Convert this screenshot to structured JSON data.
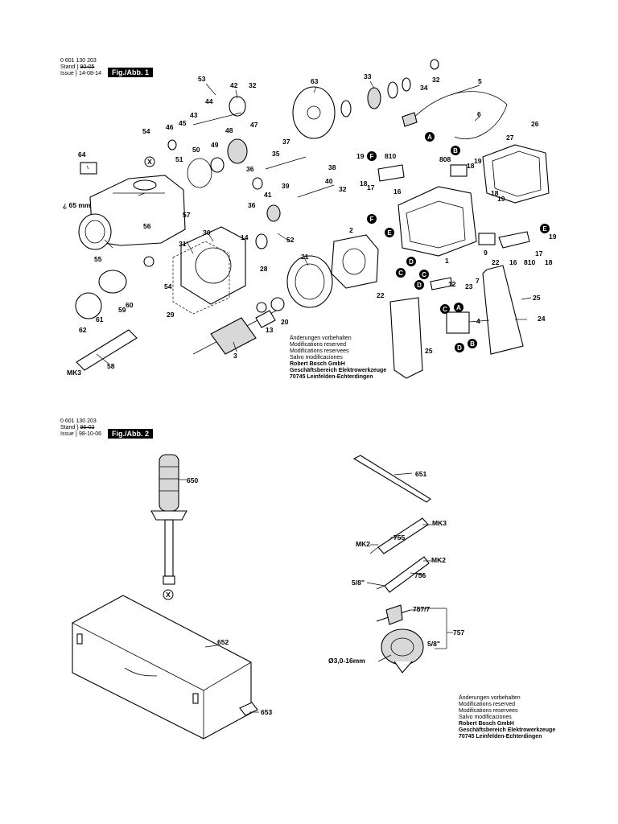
{
  "sheet1": {
    "doc_number": "0 601 130 203",
    "stand_label": "Stand",
    "stand_date": "90-05",
    "issue_label": "Issue",
    "issue_date": "14-08-14",
    "figure_label": "Fig./Abb. 1"
  },
  "sheet2": {
    "doc_number": "0 601 130 203",
    "stand_label": "Stand",
    "stand_date": "96-02",
    "issue_label": "Issue",
    "issue_date": "98-10-06",
    "figure_label": "Fig./Abb. 2"
  },
  "notes": {
    "line1": "Änderungen vorbehalten",
    "line2": "Modifications reserved",
    "line3": "Modifications reservees",
    "line4": "Salvo modificaciones",
    "company": "Robert Bosch GmbH",
    "division": "Geschäftsbereich Elektrowerkzeuge",
    "address": "70745 Leinfelden-Echterdingen"
  },
  "fig1_labels": {
    "p53": "53",
    "p42": "42",
    "p32a": "32",
    "p63": "63",
    "p33": "33",
    "p32b": "32",
    "p34": "34",
    "p5": "5",
    "p6": "6",
    "p26": "26",
    "p44": "44",
    "p43": "43",
    "p54a": "54",
    "p46": "46",
    "p45": "45",
    "p48": "48",
    "p47": "47",
    "p37": "37",
    "p35": "35",
    "p27": "27",
    "p50": "50",
    "p49": "49",
    "p51": "51",
    "p36a": "36",
    "p64": "64",
    "p19a": "19",
    "p810a": "810",
    "p808": "808",
    "p19b": "19",
    "p18a": "18",
    "p38": "38",
    "p39": "39",
    "p40": "40",
    "p41": "41",
    "p32c": "32",
    "p18b": "18",
    "p17a": "17",
    "p16a": "16",
    "p19c": "19",
    "p18c": "18",
    "p65mm": "¿ 65 mm",
    "p57": "57",
    "p36b": "36",
    "p56": "56",
    "p31": "31",
    "p30": "30",
    "p52": "52",
    "p2": "2",
    "p14": "14",
    "p55": "55",
    "p28": "28",
    "p9": "9",
    "p1": "1",
    "p16b": "16",
    "p810b": "810",
    "p17b": "17",
    "p19d": "19",
    "p18d": "18",
    "p21": "21",
    "p22a": "22",
    "p54b": "54",
    "p12": "12",
    "p7": "7",
    "p23": "23",
    "p25a": "25",
    "p60": "60",
    "p29": "29",
    "p22b": "22",
    "p59": "59",
    "p20": "20",
    "p13": "13",
    "p62": "62",
    "p61": "61",
    "p4": "4",
    "p24": "24",
    "p3": "3",
    "p25b": "25",
    "p58": "58",
    "pMK3": "MK3"
  },
  "fig1_tags": {
    "A": "A",
    "B": "B",
    "C": "C",
    "D": "D",
    "E": "E",
    "F": "F",
    "X": "X"
  },
  "fig2_labels": {
    "p650": "650",
    "p651": "651",
    "pMK3": "MK3",
    "p755": "755",
    "pMK2a": "MK2",
    "pMK2b": "MK2",
    "p756": "756",
    "p58in_a": "5/8\"",
    "p757_7": "757/7",
    "p757": "757",
    "p58in_b": "5/8\"",
    "p_chuck": "Ø3,0-16mm",
    "p652": "652",
    "p653": "653"
  }
}
